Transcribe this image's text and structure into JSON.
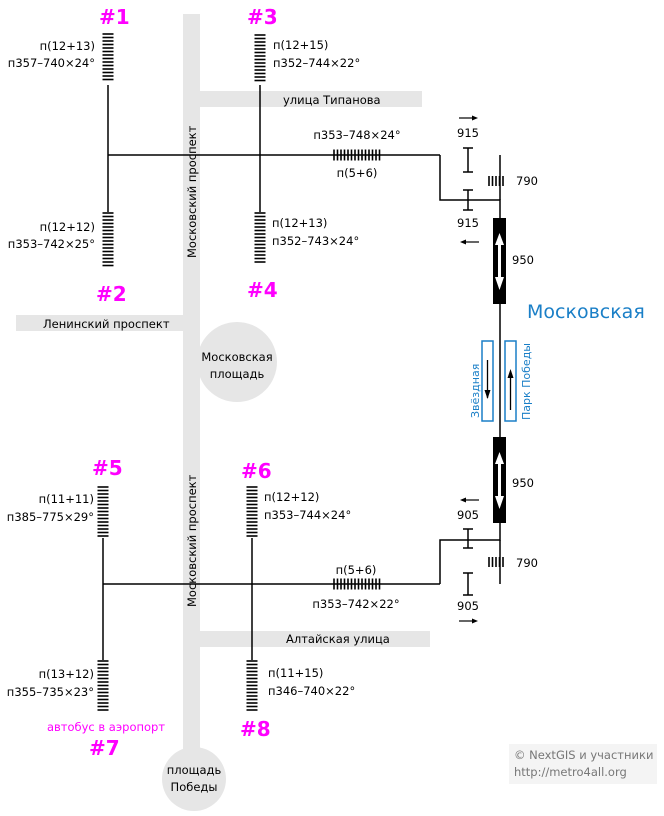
{
  "colors": {
    "exit": "#ff00ff",
    "station": "#1a7fc7",
    "road": "#e6e6e6",
    "credit": "#777777"
  },
  "streets": {
    "prospect_top": "Московский проспект",
    "prospect_bottom": "Московский проспект",
    "tipanova": "улица Типанова",
    "leninsky": "Ленинский проспект",
    "altaiskaya": "Алтайская улица",
    "square_moskovskaya_1": "Московская",
    "square_moskovskaya_2": "площадь",
    "square_pobedy_1": "площадь",
    "square_pobedy_2": "Победы"
  },
  "station": {
    "name": "Московская",
    "platform_left": "Звёздная",
    "platform_right": "Парк Победы"
  },
  "exits": {
    "e1": {
      "label": "#1",
      "steps": "п(12+13)",
      "dims": "п357–740×24°"
    },
    "e2": {
      "label": "#2",
      "steps": "п(12+12)",
      "dims": "п353–742×25°"
    },
    "e3": {
      "label": "#3",
      "steps": "п(12+15)",
      "dims": "п352–744×22°"
    },
    "e4": {
      "label": "#4",
      "steps": "п(12+13)",
      "dims": "п352–743×24°"
    },
    "e5": {
      "label": "#5",
      "steps": "п(11+11)",
      "dims": "п385–775×29°"
    },
    "e6": {
      "label": "#6",
      "steps": "п(12+12)",
      "dims": "п353–744×24°"
    },
    "e7": {
      "label": "#7",
      "steps": "п(13+12)",
      "dims": "п355–735×23°",
      "note": "автобус в аэропорт"
    },
    "e8": {
      "label": "#8",
      "steps": "п(11+15)",
      "dims": "п346–740×22°"
    }
  },
  "underpass": {
    "north_dims": "п353–748×24°",
    "north_steps": "п(5+6)",
    "south_steps": "п(5+6)",
    "south_dims": "п353–742×22°"
  },
  "measures": {
    "gate_n_top": "915",
    "gate_n_bottom": "915",
    "stair_n": "790",
    "escalator_n": "950",
    "escalator_s": "950",
    "gate_s_top": "905",
    "gate_s_bottom": "905",
    "stair_s": "790"
  },
  "credit": {
    "line1": "© NextGIS и участники",
    "line2": "http://metro4all.org"
  }
}
